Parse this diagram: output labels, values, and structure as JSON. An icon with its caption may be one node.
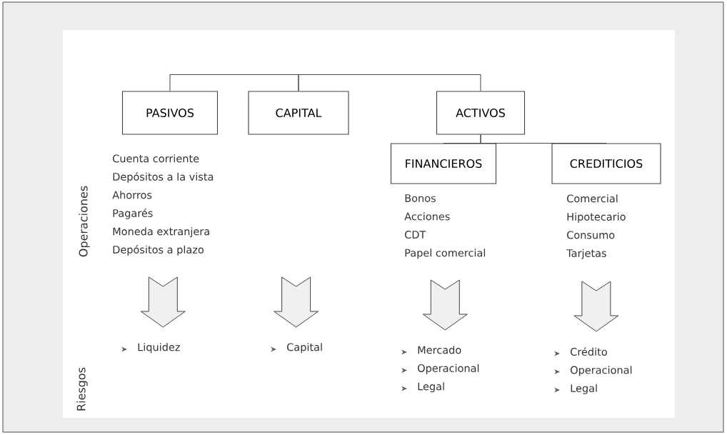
{
  "diagram": {
    "nodes": [
      {
        "text": [
          "PASIVOS"
        ]
      },
      {
        "text": [
          "CAPITAL"
        ]
      },
      {
        "text": [
          "ACTIVOS"
        ]
      },
      {
        "text": [
          "FINANCIEROS"
        ]
      },
      {
        "text": [
          "CREDITICIOS"
        ]
      },
      {
        "text": [
          "Cuenta corriente",
          "Depósitos a la vista",
          "Ahorros",
          "Pagarés",
          "Moneda extranjera",
          "Depósitos a plazo"
        ]
      },
      {
        "text": [
          "Bonos",
          "Acciones",
          "CDT",
          "Papel comercial"
        ]
      },
      {
        "text": [
          "Comercial",
          "Hipotecario",
          "Consumo",
          "Tarjetas"
        ]
      },
      {
        "text": [
          "Liquidez"
        ]
      },
      {
        "text": [
          "Capital"
        ]
      },
      {
        "text": [
          "Mercado",
          "Operacional",
          "Legal"
        ]
      },
      {
        "text": [
          "Crédito",
          "Operacional",
          "Legal"
        ]
      }
    ],
    "edges": [
      {
        "from": 0,
        "to": 1,
        "arrow": "none"
      },
      {
        "from": 1,
        "to": 2,
        "arrow": "none"
      },
      {
        "from": 2,
        "to": 3,
        "arrow": "none"
      },
      {
        "from": 2,
        "to": 4,
        "arrow": "none"
      },
      {
        "from": 5,
        "to": 8,
        "arrow": "to"
      },
      {
        "from": null,
        "to": 9,
        "arrow": "to"
      },
      {
        "from": 6,
        "to": 10,
        "arrow": "to"
      },
      {
        "from": 7,
        "to": 11,
        "arrow": "to"
      }
    ],
    "labels": [
      "Operaciones",
      "Riesgos"
    ]
  }
}
